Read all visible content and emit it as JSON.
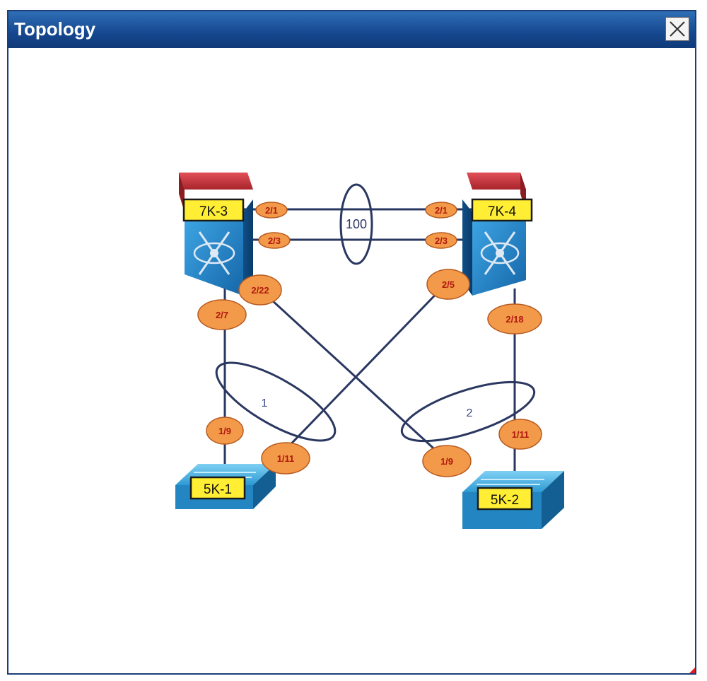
{
  "window": {
    "title": "Topology",
    "close_icon": "close-icon"
  },
  "diagram": {
    "devices": [
      {
        "id": "7k3",
        "label": "7K-3",
        "type": "nexus-7000-switch"
      },
      {
        "id": "7k4",
        "label": "7K-4",
        "type": "nexus-7000-switch"
      },
      {
        "id": "5k1",
        "label": "5K-1",
        "type": "nexus-5000-switch"
      },
      {
        "id": "5k2",
        "label": "5K-2",
        "type": "nexus-5000-switch"
      }
    ],
    "links": [
      {
        "from": "7K-3",
        "from_port": "2/1",
        "to": "7K-4",
        "to_port": "2/1"
      },
      {
        "from": "7K-3",
        "from_port": "2/3",
        "to": "7K-4",
        "to_port": "2/3"
      },
      {
        "from": "7K-3",
        "from_port": "2/7",
        "to": "5K-1",
        "to_port": "1/9"
      },
      {
        "from": "7K-3",
        "from_port": "2/22",
        "to": "5K-2",
        "to_port": "1/9"
      },
      {
        "from": "7K-4",
        "from_port": "2/5",
        "to": "5K-1",
        "to_port": "1/11"
      },
      {
        "from": "7K-4",
        "from_port": "2/18",
        "to": "5K-2",
        "to_port": "1/11"
      }
    ],
    "port_channels": [
      {
        "label": "100"
      },
      {
        "label": "1"
      },
      {
        "label": "2"
      }
    ],
    "colors": {
      "port_fill": "#f39a4a",
      "port_text": "#b0190f",
      "label_fill": "#ffee33",
      "switch_blue": "#1f86c8",
      "router_red": "#c8323a",
      "link": "#2a3760"
    }
  }
}
